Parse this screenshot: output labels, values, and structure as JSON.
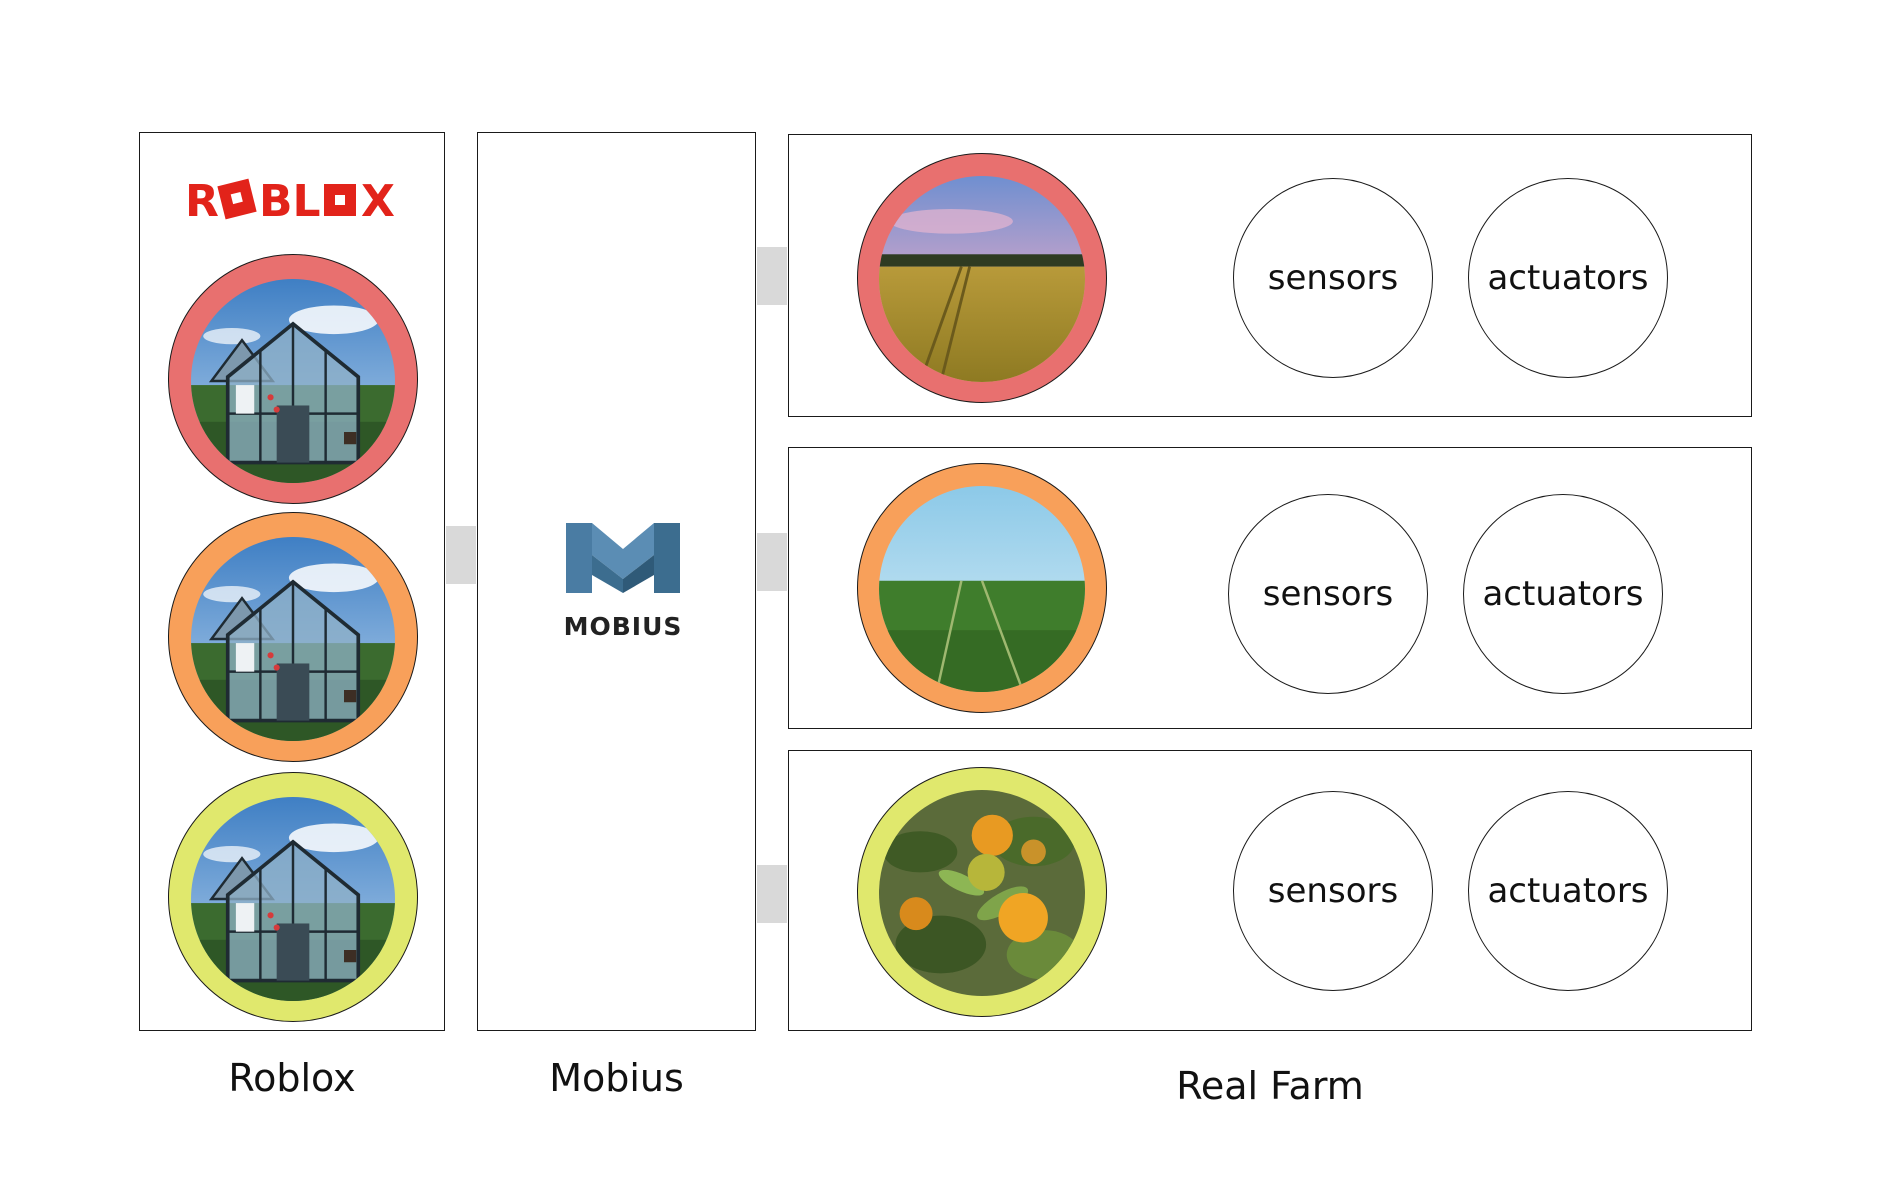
{
  "columns": {
    "roblox": {
      "label": "Roblox",
      "logo_text": "ROBLOX"
    },
    "mobius": {
      "label": "Mobius",
      "logo_text": "MOBIUS"
    },
    "real_farm": {
      "label": "Real Farm"
    }
  },
  "farms": [
    {
      "ring_color": "#e8706f",
      "scene": "wheat-field-sunset",
      "sensors_label": "sensors",
      "actuators_label": "actuators"
    },
    {
      "ring_color": "#f8a05a",
      "scene": "green-field",
      "sensors_label": "sensors",
      "actuators_label": "actuators"
    },
    {
      "ring_color": "#e0e86d",
      "scene": "orange-tree",
      "sensors_label": "sensors",
      "actuators_label": "actuators"
    }
  ],
  "greenhouses": [
    {
      "ring_color": "#e8706f",
      "scene": "roblox-greenhouse"
    },
    {
      "ring_color": "#f8a05a",
      "scene": "roblox-greenhouse"
    },
    {
      "ring_color": "#e0e86d",
      "scene": "roblox-greenhouse"
    }
  ],
  "colors": {
    "roblox_red": "#e2231a",
    "mobius_blue_dark": "#3c6d8f",
    "mobius_blue_light": "#5b8db4",
    "connector_gray": "#d9d9d9"
  }
}
